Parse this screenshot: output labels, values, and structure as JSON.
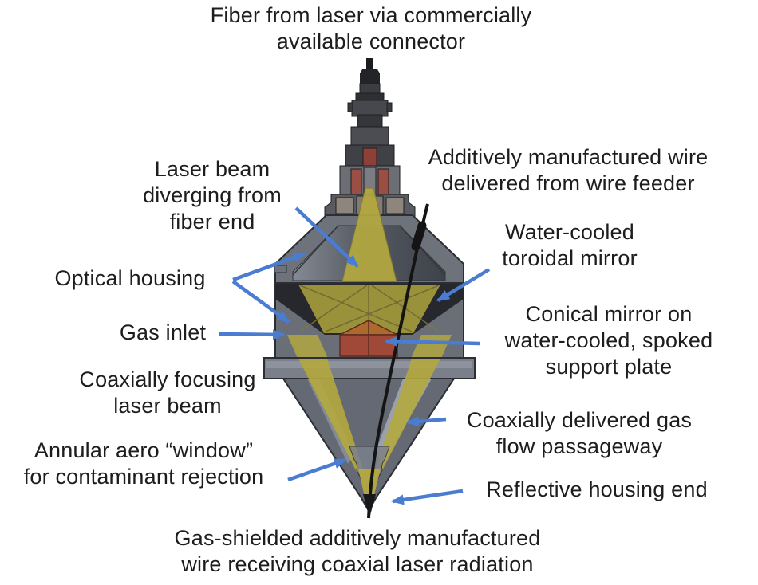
{
  "labels": {
    "top": {
      "lines": [
        "Fiber from laser via commercially",
        "available connector"
      ]
    },
    "laser_beam_diverging": {
      "lines": [
        "Laser beam",
        "diverging from",
        "fiber end"
      ]
    },
    "wire_feeder": {
      "lines": [
        "Additively manufactured wire",
        "delivered from wire feeder"
      ]
    },
    "water_cooled_mirror": {
      "lines": [
        "Water-cooled",
        "toroidal mirror"
      ]
    },
    "optical_housing": {
      "lines": [
        "Optical housing"
      ]
    },
    "gas_inlet": {
      "lines": [
        "Gas inlet"
      ]
    },
    "conical_mirror": {
      "lines": [
        "Conical mirror on",
        "water-cooled, spoked",
        "support plate"
      ]
    },
    "coaxially_focusing": {
      "lines": [
        "Coaxially focusing",
        "laser beam"
      ]
    },
    "gas_passageway": {
      "lines": [
        "Coaxially delivered gas",
        "flow passageway"
      ]
    },
    "annular_window": {
      "lines": [
        "Annular aero “window”",
        "for contaminant rejection"
      ]
    },
    "reflective_end": {
      "lines": [
        "Reflective housing end"
      ]
    },
    "bottom": {
      "lines": [
        "Gas-shielded additively manufactured",
        "wire receiving coaxial laser radiation"
      ]
    }
  },
  "colors": {
    "background": "#ffffff",
    "text": "#1d1d1f",
    "arrow": "#4a7dd2",
    "laser_beam": "#b4a93f",
    "conical_mirror_red": "#a04938",
    "conical_mirror_orange": "#ad6a2e",
    "housing_gray": "#6d727b",
    "toroidal_mirror_dark": "#26282d",
    "gas_passageway_light": "#9aa1ac",
    "wire_black": "#141414"
  }
}
